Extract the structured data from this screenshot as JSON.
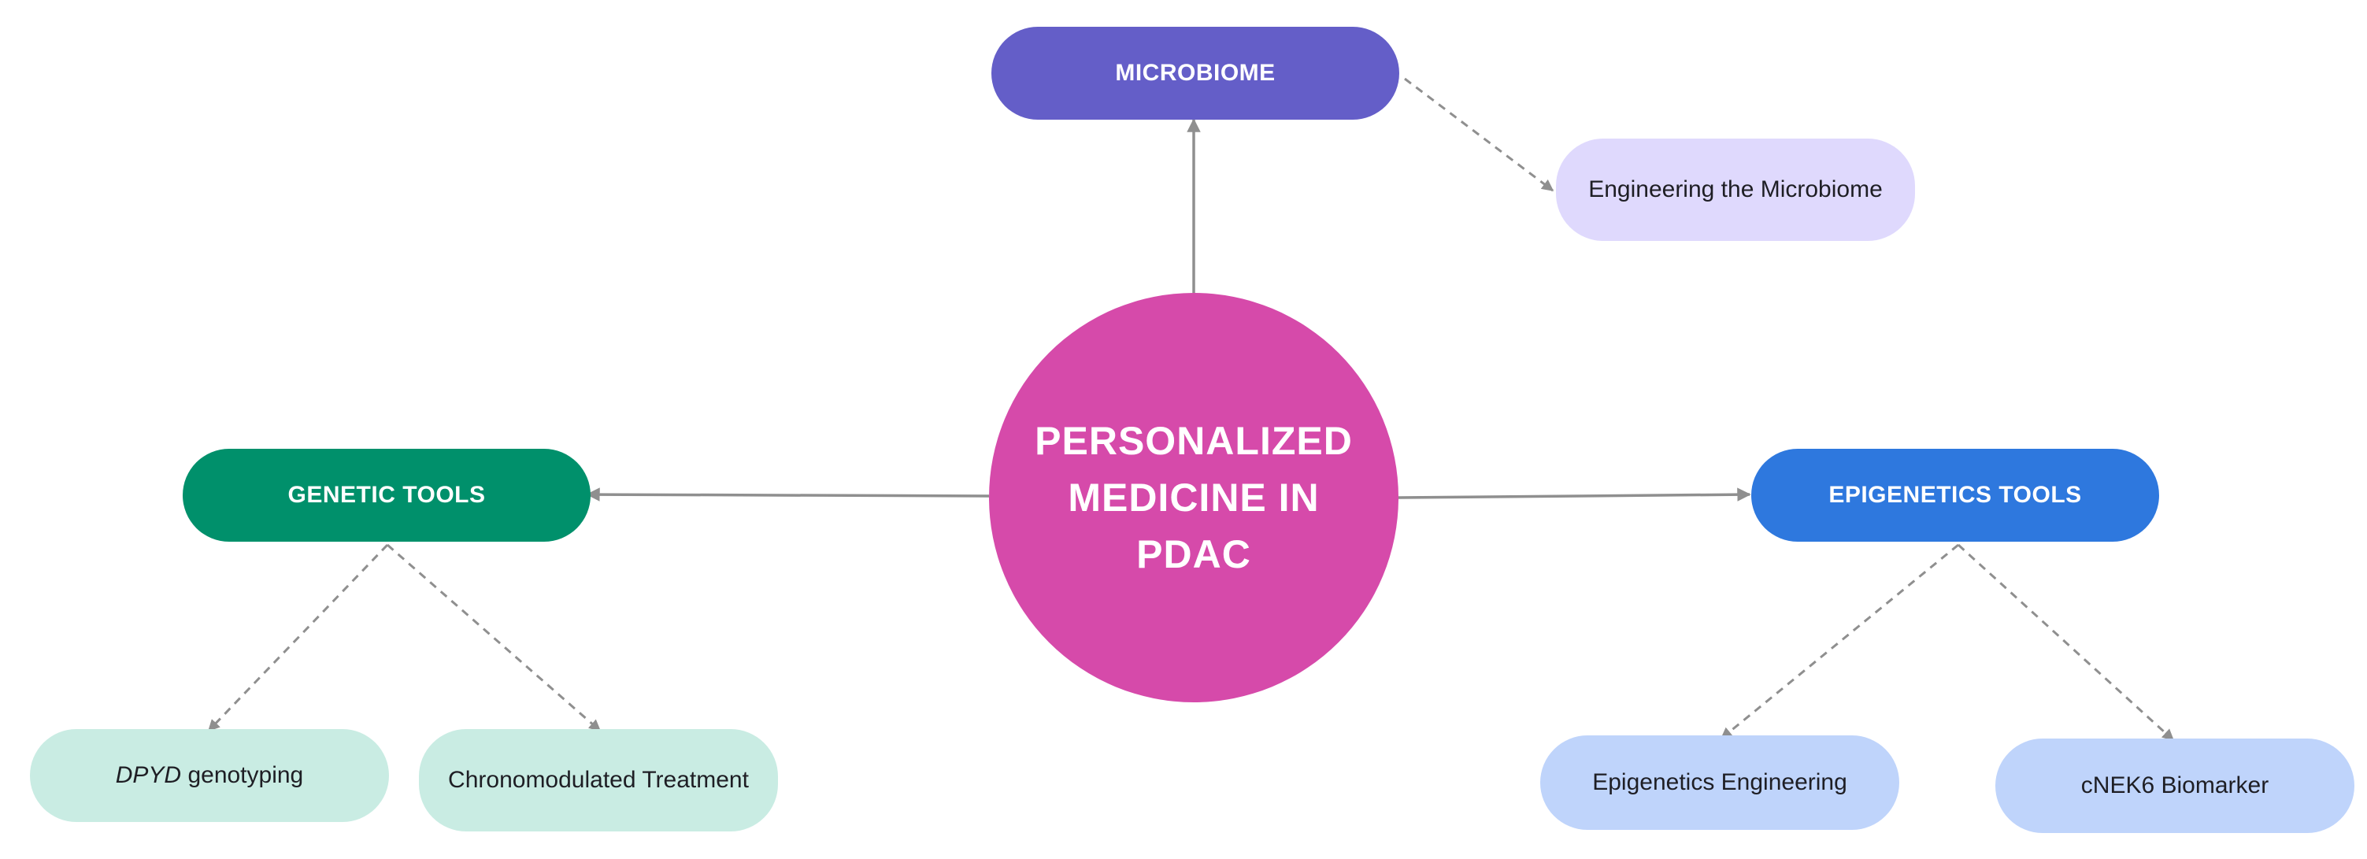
{
  "colors": {
    "center": "#d64aaa",
    "microbiome": "#645ec8",
    "microbiome_child": "#dfd9fd",
    "genetic": "#00906b",
    "genetic_child": "#c9ece3",
    "epigenetic": "#2e78de",
    "epigenetic_child": "#bfd4fb",
    "edge": "#8f8f8f"
  },
  "center": {
    "label": "PERSONALIZED MEDICINE IN PDAC"
  },
  "branches": {
    "microbiome": {
      "label": "MICROBIOME",
      "children": [
        {
          "label": "Engineering the Microbiome"
        }
      ]
    },
    "genetic": {
      "label": "GENETIC TOOLS",
      "children": [
        {
          "label_italic": "DPYD",
          "label": " genotyping"
        },
        {
          "label": "Chronomodulated Treatment"
        }
      ]
    },
    "epigenetic": {
      "label": "EPIGENETICS TOOLS",
      "children": [
        {
          "label": "Epigenetics Engineering"
        },
        {
          "label": "cNEK6 Biomarker"
        }
      ]
    }
  }
}
